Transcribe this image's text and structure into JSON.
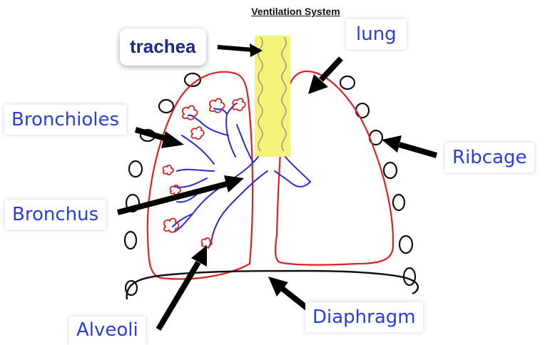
{
  "title": "Ventilation System",
  "labels": {
    "trachea": "trachea",
    "lung": "lung",
    "bronchioles": "Bronchioles",
    "ribcage": "Ribcage",
    "bronchus": "Bronchus",
    "alveoli": "Alveoli",
    "diaphragm": "Diaphragm"
  },
  "colors": {
    "lung_outline": "#e02020",
    "airway": "#2a2ae0",
    "trachea_fill": "#f4f47a",
    "label_text": "#2a3de0",
    "arrow": "#000000"
  }
}
